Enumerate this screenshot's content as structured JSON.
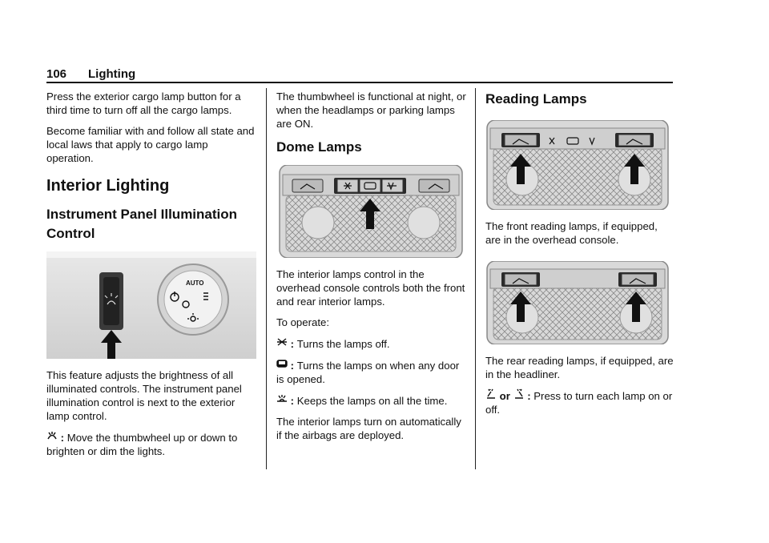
{
  "header": {
    "page_number": "106",
    "section": "Lighting"
  },
  "col1": {
    "p1": "Press the exterior cargo lamp button for a third time to turn off all the cargo lamps.",
    "p2": "Become familiar with and follow all state and local laws that apply to cargo lamp operation.",
    "h_interior": "Interior Lighting",
    "h_ipic": "Instrument Panel Illumination Control",
    "p3": "This feature adjusts the brightness of all illuminated controls. The instrument panel illumination control is next to the exterior lamp control.",
    "p4_sep": " : ",
    "p4": "Move the thumbwheel up or down to brighten or dim the lights.",
    "knob_label": "AUTO"
  },
  "col2": {
    "p1": "The thumbwheel is functional at night, or when the headlamps or parking lamps are ON.",
    "h_dome": "Dome Lamps",
    "p2": "The interior lamps control in the overhead console controls both the front and rear interior lamps.",
    "p3": "To operate:",
    "off_sep": " : ",
    "off": "Turns the lamps off.",
    "door_sep": " : ",
    "door": "Turns the lamps on when any door is opened.",
    "on_sep": " : ",
    "on": "Keeps the lamps on all the time.",
    "p4": "The interior lamps turn on automatically if the airbags are deployed."
  },
  "col3": {
    "h_reading": "Reading Lamps",
    "p1": "The front reading lamps, if equipped, are in the overhead console.",
    "p2": "The rear reading lamps, if equipped, are in the headliner.",
    "or": "or",
    "p3_sep": " : ",
    "p3": "Press to turn each lamp on or off."
  }
}
